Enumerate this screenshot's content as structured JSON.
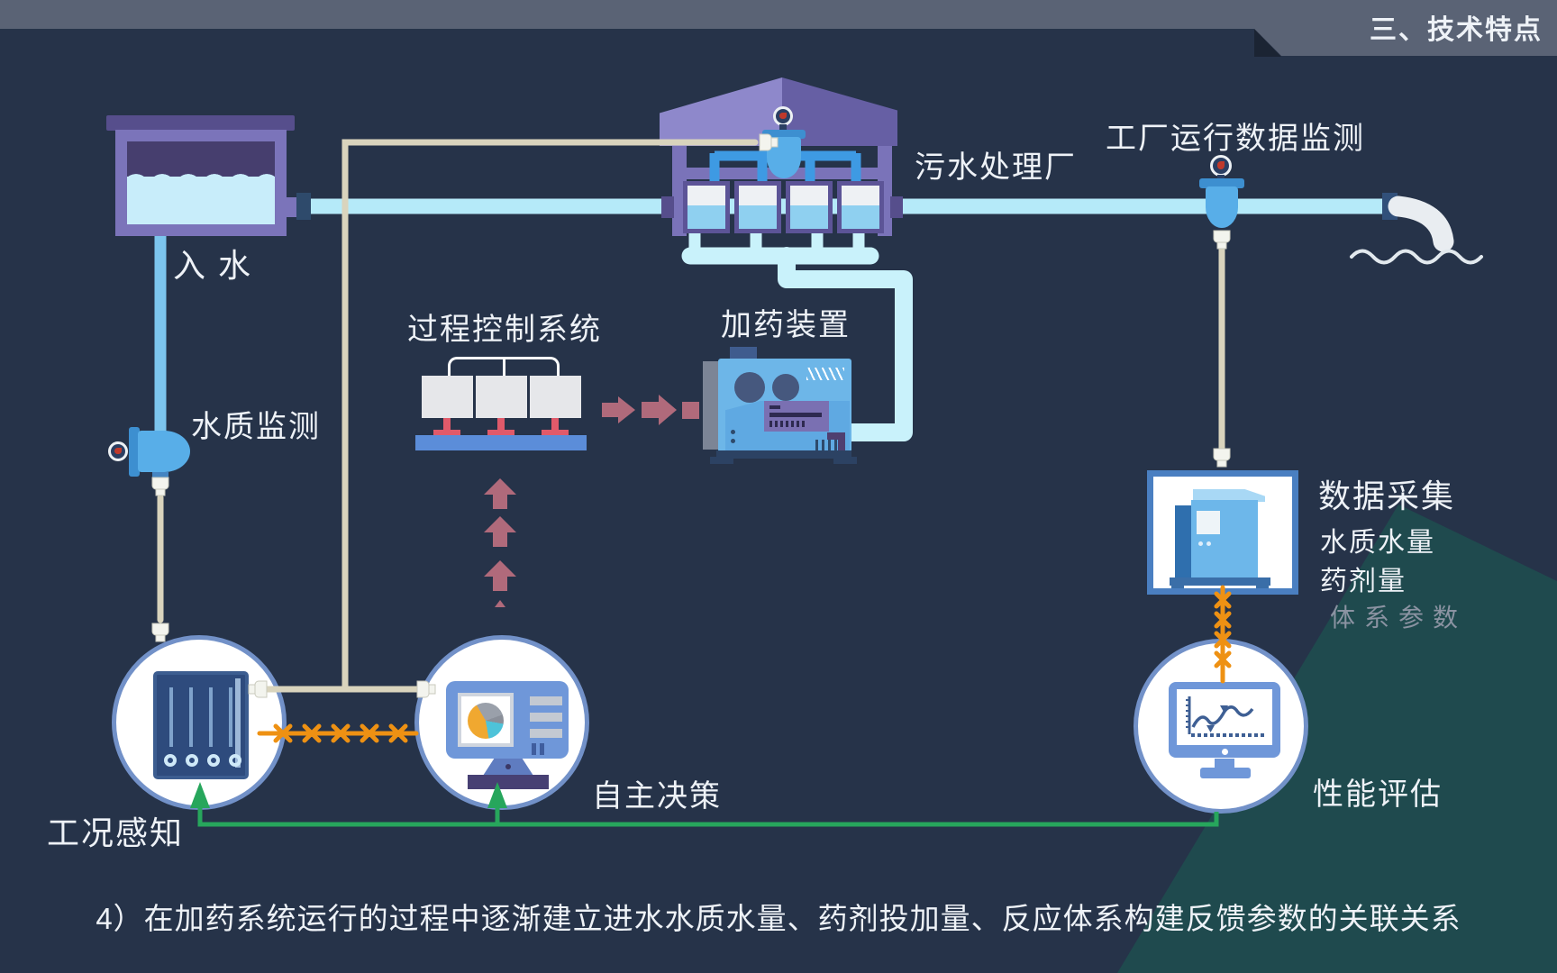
{
  "banner": {
    "section_title": "三、技术特点"
  },
  "diagram": {
    "inlet_label": "入水",
    "water_quality_monitoring_label": "水质监测",
    "treatment_plant_label": "污水处理厂",
    "plant_data_monitoring_label": "工厂运行数据监测",
    "process_control_label": "过程控制系统",
    "dosing_device_label": "加药装置",
    "data_collection": {
      "title": "数据采集",
      "items": [
        "水质水量",
        "药剂量",
        "体系参数"
      ]
    },
    "stage_labels": {
      "sensing": "工况感知",
      "decision": "自主决策",
      "evaluation": "性能评估"
    }
  },
  "footnote": "4）在加药系统运行的过程中逐渐建立进水水质水量、药剂投加量、反应体系构建反馈参数的关联关系",
  "icons": [
    "gauge-icon",
    "plug-icon",
    "water-wave-icon",
    "pie-chart-icon",
    "line-chart-icon",
    "aeration-tank-icon",
    "monitor-icon",
    "server-icon",
    "arrow-right-icon",
    "arrow-up-icon"
  ],
  "colors": {
    "background": "#263349",
    "top_bar": "#5a6375",
    "pipe_cyan": "#b5eaf9",
    "pipe_light": "#c9f2fb",
    "inlet_pipe_blue": "#7cc5ee",
    "cable_beige": "#d9d4bd",
    "signal_orange": "#ee9113",
    "feedback_green": "#27a65c",
    "arrow_rose": "#b06a7b",
    "purple_structure": "#7b74ba",
    "device_blue": "#6db6e8",
    "circle_border": "#7291c8",
    "watermark_teal": "#1f4a4e"
  }
}
